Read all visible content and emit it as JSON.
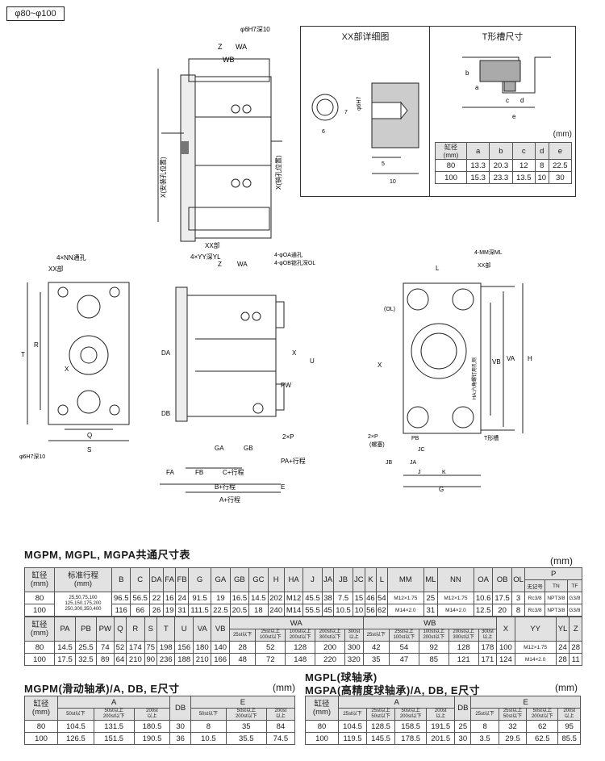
{
  "series_tag": "φ80~φ100",
  "top_view": {
    "labels": [
      "Z",
      "WA",
      "WB",
      "φ6H7深10",
      "X(安装孔位置)",
      "X(销孔位置)",
      "XX部",
      "4×YY深YL"
    ]
  },
  "xx_detail": {
    "title": "XX部详细图",
    "dims": [
      "φ6H7",
      "7",
      "6",
      "5",
      "10"
    ]
  },
  "t_slot": {
    "title": "T形槽尺寸",
    "dims": [
      "b",
      "a",
      "c",
      "d",
      "e"
    ],
    "unit": "(mm)",
    "headers": [
      "缸径\n(mm)",
      "a",
      "b",
      "c",
      "d",
      "e"
    ],
    "rows": [
      [
        "80",
        "13.3",
        "20.3",
        "12",
        "8",
        "22.5"
      ],
      [
        "100",
        "15.3",
        "23.3",
        "13.5",
        "10",
        "30"
      ]
    ]
  },
  "front_view": {
    "labels": [
      "4×NN通孔",
      "XX部",
      "T",
      "R",
      "X",
      "Q",
      "S",
      "φ6H7深10"
    ]
  },
  "side_view": {
    "labels": [
      "Z",
      "WA",
      "4-φOA通孔",
      "4-φOB锪孔深OL",
      "DA",
      "DB",
      "X",
      "PW",
      "U",
      "2×P",
      "GA",
      "GB",
      "FA",
      "FB",
      "C+行程",
      "B+行程",
      "A+行程",
      "PA+行程",
      "E"
    ]
  },
  "rear_view": {
    "labels": [
      "4-MM深ML",
      "XX部",
      "L",
      "(OL)",
      "X",
      "VB",
      "VA",
      "H",
      "HA:六角螺钉用孔侧",
      "2×P",
      "(螺塞)",
      "PB",
      "JC",
      "T形槽",
      "JB",
      "JA",
      "J",
      "K",
      "G"
    ]
  },
  "common_table": {
    "title": "MGPM, MGPL, MGPA共通尺寸表",
    "unit": "(mm)",
    "h1": [
      "缸径\n(mm)",
      "标准行程\n(mm)",
      "B",
      "C",
      "DA",
      "FA",
      "FB",
      "G",
      "GA",
      "GB",
      "GC",
      "H",
      "HA",
      "J",
      "JA",
      "JB",
      "JC",
      "K",
      "L",
      "MM",
      "ML",
      "NN",
      "OA",
      "OB",
      "OL",
      "P"
    ],
    "p_sub": [
      "无记号",
      "TN",
      "TF"
    ],
    "rows1": [
      [
        "80",
        "25,50,75,100\n125,150,175,200\n250,300,350,400",
        "96.5",
        "56.5",
        "22",
        "16",
        "24",
        "91.5",
        "19",
        "16.5",
        "14.5",
        "202",
        "M12",
        "45.5",
        "38",
        "7.5",
        "15",
        "46",
        "54",
        "M12×1.75",
        "25",
        "M12×1.75",
        "10.6",
        "17.5",
        "3",
        "Rc3/8",
        "NPT3/8",
        "G3/8"
      ],
      [
        "100",
        "",
        "116",
        "66",
        "26",
        "19",
        "31",
        "111.5",
        "22.5",
        "20.5",
        "18",
        "240",
        "M14",
        "55.5",
        "45",
        "10.5",
        "10",
        "56",
        "62",
        "M14×2.0",
        "31",
        "M14×2.0",
        "12.5",
        "20",
        "8",
        "Rc3/8",
        "NPT3/8",
        "G3/8"
      ]
    ],
    "h2a": [
      "缸径\n(mm)",
      "PA",
      "PB",
      "PW",
      "Q",
      "R",
      "S",
      "T",
      "U",
      "VA",
      "VB"
    ],
    "wa": "WA",
    "wb": "WB",
    "wa_sub": [
      "25st以下",
      "25st以上\n100st以下",
      "100st以上\n200st以下",
      "200st以上\n300st以下",
      "300st\n以上"
    ],
    "wb_sub": [
      "25st以下",
      "25st以上\n100st以下",
      "100st以上\n200st以下",
      "200st以上\n300st以下",
      "300st\n以上"
    ],
    "h2b": [
      "X",
      "YY",
      "YL",
      "Z"
    ],
    "rows2": [
      [
        "80",
        "14.5",
        "25.5",
        "74",
        "52",
        "174",
        "75",
        "198",
        "156",
        "180",
        "140",
        "28",
        "52",
        "128",
        "200",
        "300",
        "42",
        "54",
        "92",
        "128",
        "178",
        "100",
        "M12×1.75",
        "24",
        "28"
      ],
      [
        "100",
        "17.5",
        "32.5",
        "89",
        "64",
        "210",
        "90",
        "236",
        "188",
        "210",
        "166",
        "48",
        "72",
        "148",
        "220",
        "320",
        "35",
        "47",
        "85",
        "121",
        "171",
        "124",
        "M14×2.0",
        "28",
        "11"
      ]
    ]
  },
  "mgpm_table": {
    "title": "MGPM(滑动轴承)/A, DB, E尺寸",
    "unit": "(mm)",
    "h": [
      "缸径\n(mm)",
      "A",
      "DB",
      "E"
    ],
    "sub_a": [
      "50st以下",
      "50st以上\n200st以下",
      "200st\n以上"
    ],
    "sub_e": [
      "50st以下",
      "50st以上\n200st以下",
      "200st\n以上"
    ],
    "rows": [
      [
        "80",
        "104.5",
        "131.5",
        "180.5",
        "30",
        "8",
        "35",
        "84"
      ],
      [
        "100",
        "126.5",
        "151.5",
        "190.5",
        "36",
        "10.5",
        "35.5",
        "74.5"
      ]
    ]
  },
  "mgpl_table": {
    "title1": "MGPL(球轴承)",
    "title2": "MGPA(高精度球轴承)/A, DB, E尺寸",
    "unit": "(mm)",
    "h": [
      "缸径\n(mm)",
      "A",
      "DB",
      "E"
    ],
    "sub_a": [
      "25st以下",
      "25st以上\n50st以下",
      "50st以上\n200st以下",
      "200st\n以上"
    ],
    "sub_e": [
      "25st以下",
      "25st以上\n50st以下",
      "50st以上\n200st以下",
      "200st\n以上"
    ],
    "rows": [
      [
        "80",
        "104.5",
        "128.5",
        "158.5",
        "191.5",
        "25",
        "8",
        "32",
        "62",
        "95"
      ],
      [
        "100",
        "119.5",
        "145.5",
        "178.5",
        "201.5",
        "30",
        "3.5",
        "29.5",
        "62.5",
        "85.5"
      ]
    ]
  }
}
